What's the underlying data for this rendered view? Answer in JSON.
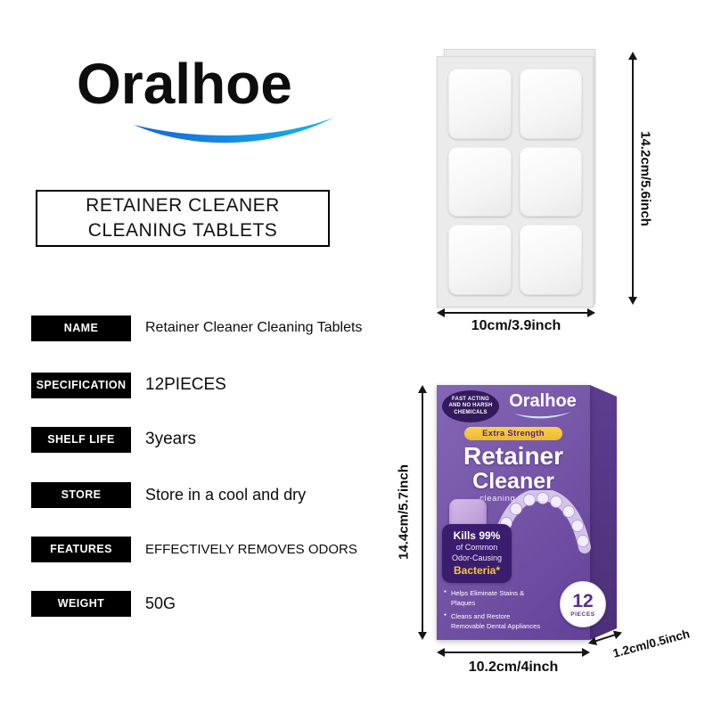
{
  "logo": {
    "text": "Oralhoe"
  },
  "title_box": {
    "line1": "RETAINER CLEANER",
    "line2": "CLEANING TABLETS"
  },
  "specs": [
    {
      "label": "NAME",
      "value": "Retainer Cleaner Cleaning Tablets"
    },
    {
      "label": "SPECIFICATION",
      "value": "12PIECES"
    },
    {
      "label": "SHELF LIFE",
      "value": "3years"
    },
    {
      "label": "STORE",
      "value": "Store in a cool and dry"
    },
    {
      "label": "FEATURES",
      "value": "EFFECTIVELY REMOVES ODORS"
    },
    {
      "label": "WEIGHT",
      "value": "50G"
    }
  ],
  "sheet_figure": {
    "height_label": "14.2cm/5.6inch",
    "width_label": "10cm/3.9inch"
  },
  "box_figure": {
    "corner_badge": {
      "line1": "FAST ACTING",
      "line2": "AND NO HARSH",
      "line3": "CHEMICALS"
    },
    "logo": "Oralhoe",
    "strength_badge": "Extra Strength",
    "title_line1": "Retainer",
    "title_line2": "Cleaner",
    "subtitle": "cleaning tablets",
    "claim": {
      "line1": "Kills 99%",
      "line2": "of Common",
      "line3": "Odor-Causing",
      "line4": "Bacteria*"
    },
    "bullets": [
      "Helps Eliminate Stains & Plaques",
      "Cleans and Restore Removable Dental Appliances"
    ],
    "count_number": "12",
    "count_unit": "PIECES",
    "height_label": "14.4cm/5.7inch",
    "width_label": "10.2cm/4inch",
    "depth_label": "1.2cm/0.5inch"
  },
  "colors": {
    "accent_blue": "#1a7ddd",
    "box_purple": "#7656a7",
    "box_purple_dark": "#57388a",
    "panel_purple": "#3a1d6e",
    "badge_yellow": "#f2c13a"
  }
}
